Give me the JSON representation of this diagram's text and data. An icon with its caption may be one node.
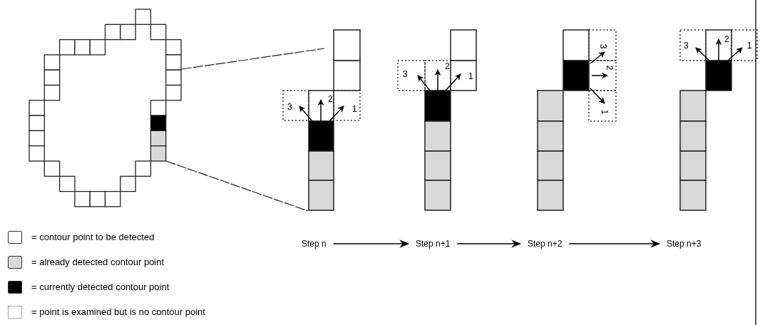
{
  "diagram": {
    "nodes": [
      {
        "text": [
          "Step n"
        ]
      },
      {
        "text": [
          "Step n+1"
        ]
      },
      {
        "text": [
          "Step n+2"
        ]
      },
      {
        "text": [
          "Step n+3"
        ]
      }
    ],
    "edges": [
      {
        "from": 0,
        "to": 1,
        "arrow": "to"
      },
      {
        "from": 1,
        "to": 2,
        "arrow": "to"
      },
      {
        "from": 2,
        "to": 3,
        "arrow": "to"
      }
    ],
    "labels": [
      "3",
      "2",
      "1",
      "3",
      "2",
      "1",
      "3",
      "2",
      "1",
      "3",
      "2",
      "1"
    ],
    "legend": [
      {
        "text": "= contour point to be detected",
        "color": "#ffffff"
      },
      {
        "text": "= already detected contour point",
        "color": "#d9d9d9"
      },
      {
        "text": "= currently detected contour point",
        "color": "#000000"
      },
      {
        "text": "= point is examined but is no contour point"
      }
    ]
  }
}
